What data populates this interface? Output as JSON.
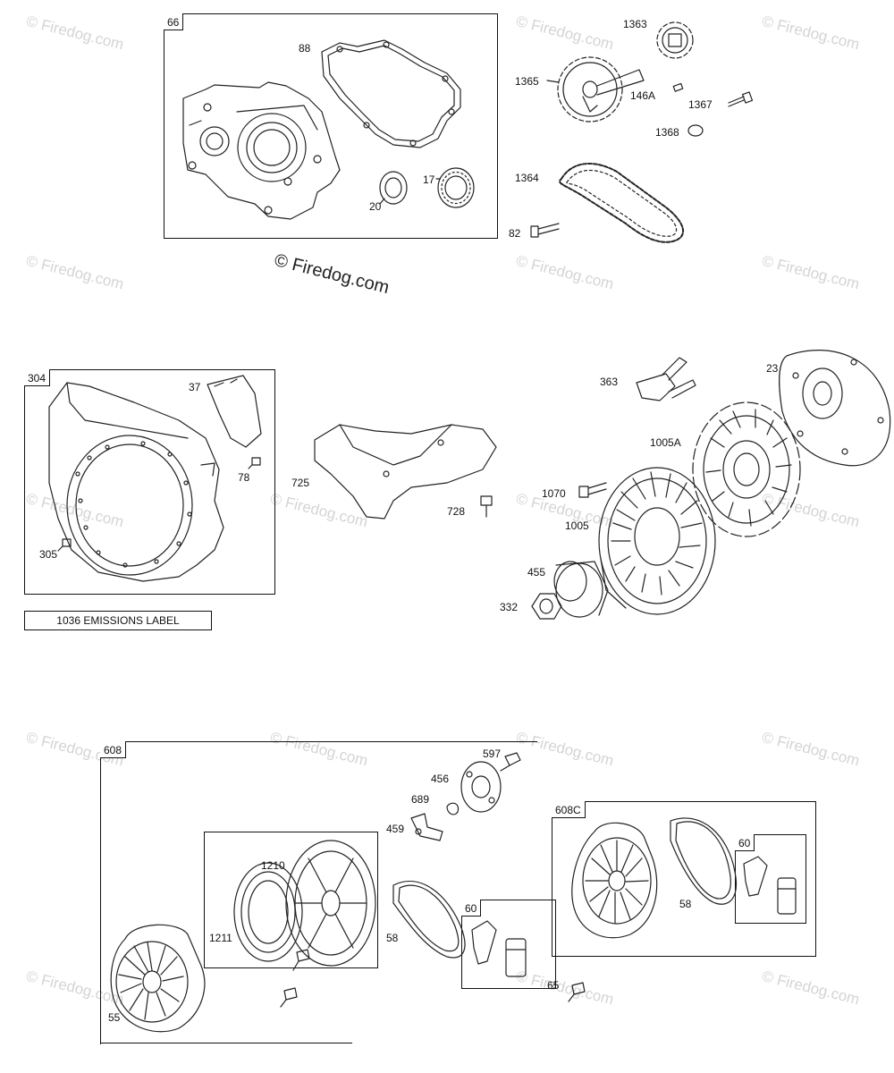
{
  "watermark": "© Firedog.com",
  "copyright": "© Firedog.com",
  "emissions_label": "1036 EMISSIONS LABEL",
  "groups": {
    "g66": "66",
    "g304": "304",
    "g608": "608",
    "g608c": "608C",
    "g60a": "60",
    "g60b": "60"
  },
  "parts": {
    "p88": "88",
    "p20": "20",
    "p17": "17",
    "p1363": "1363",
    "p1365": "1365",
    "p146a": "146A",
    "p1367": "1367",
    "p1368": "1368",
    "p1364": "1364",
    "p82": "82",
    "p37": "37",
    "p78": "78",
    "p305": "305",
    "p725": "725",
    "p728": "728",
    "p363": "363",
    "p23": "23",
    "p1005a": "1005A",
    "p1070": "1070",
    "p1005": "1005",
    "p455": "455",
    "p332": "332",
    "p597": "597",
    "p456": "456",
    "p689": "689",
    "p459": "459",
    "p1210": "1210",
    "p1211": "1211",
    "p58a": "58",
    "p55": "55",
    "p58b": "58",
    "p65": "65"
  }
}
